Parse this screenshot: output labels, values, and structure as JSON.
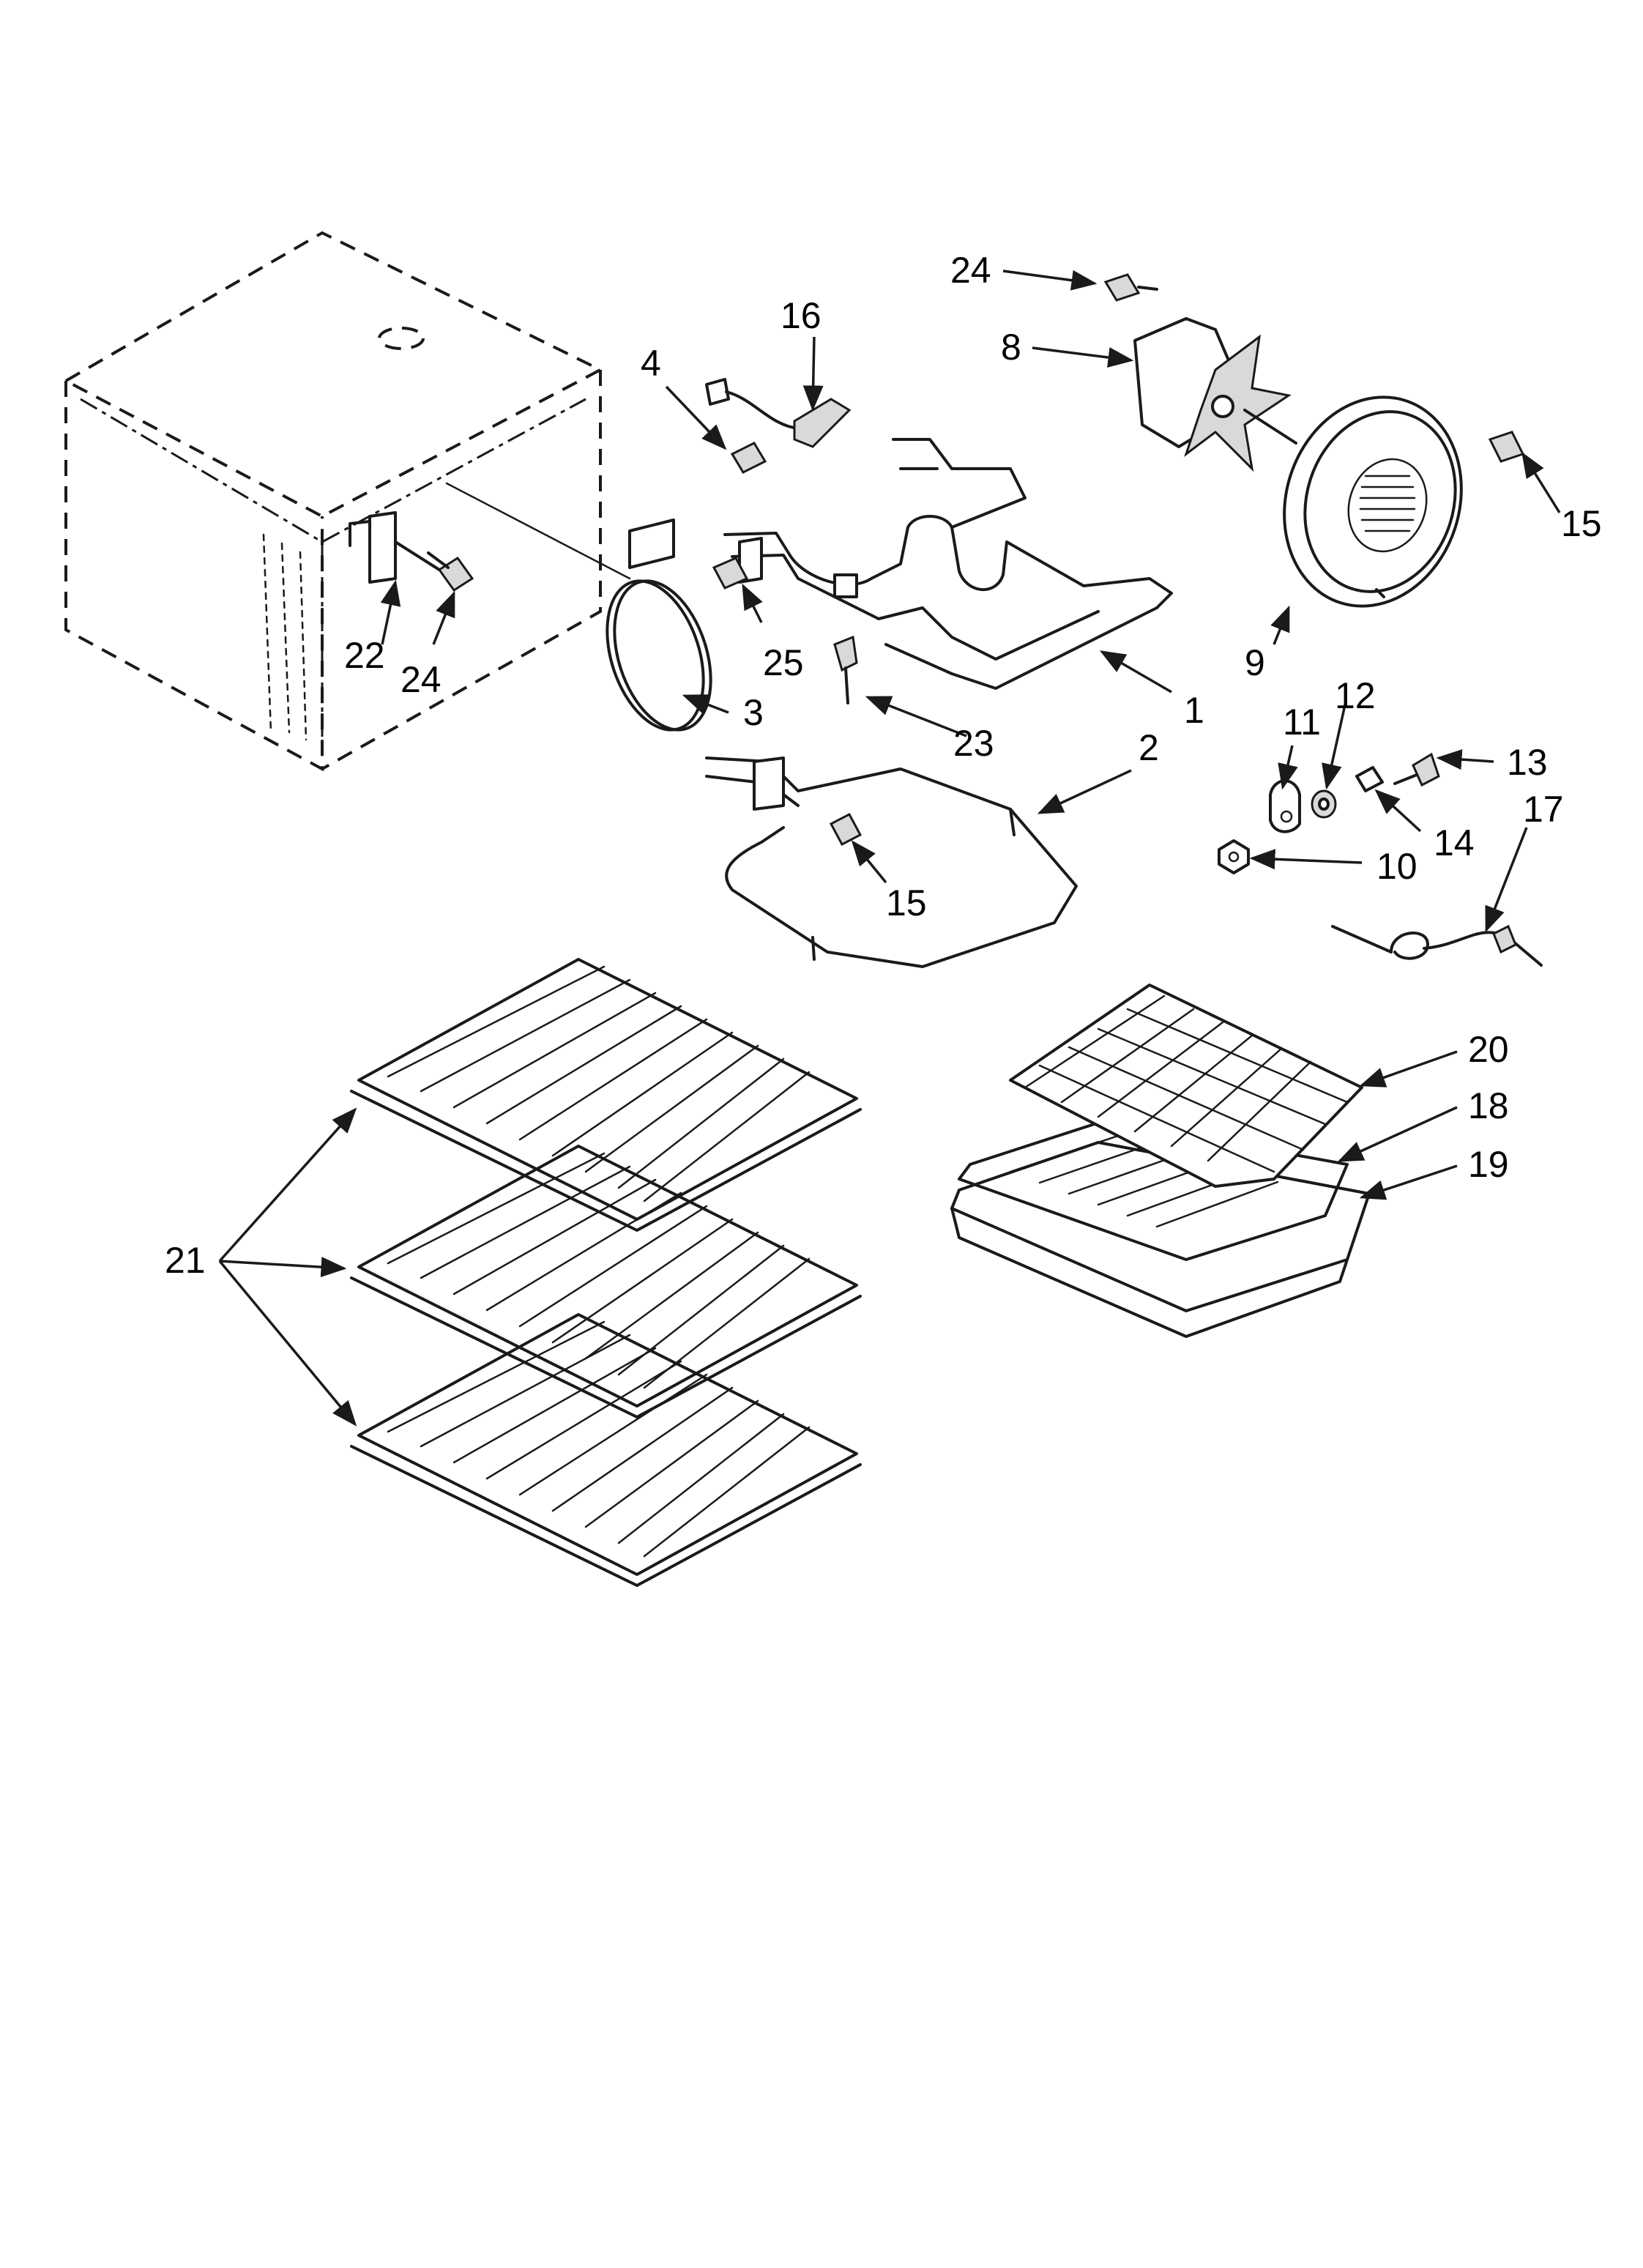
{
  "diagram": {
    "callouts": [
      {
        "id": "c1",
        "text": "1"
      },
      {
        "id": "c2",
        "text": "2"
      },
      {
        "id": "c3",
        "text": "3"
      },
      {
        "id": "c4",
        "text": "4"
      },
      {
        "id": "c8",
        "text": "8"
      },
      {
        "id": "c9",
        "text": "9"
      },
      {
        "id": "c10",
        "text": "10"
      },
      {
        "id": "c11",
        "text": "11"
      },
      {
        "id": "c12",
        "text": "12"
      },
      {
        "id": "c13",
        "text": "13"
      },
      {
        "id": "c14",
        "text": "14"
      },
      {
        "id": "c15a",
        "text": "15"
      },
      {
        "id": "c15b",
        "text": "15"
      },
      {
        "id": "c16",
        "text": "16"
      },
      {
        "id": "c17",
        "text": "17"
      },
      {
        "id": "c18",
        "text": "18"
      },
      {
        "id": "c19",
        "text": "19"
      },
      {
        "id": "c20",
        "text": "20"
      },
      {
        "id": "c21",
        "text": "21"
      },
      {
        "id": "c22",
        "text": "22"
      },
      {
        "id": "c23",
        "text": "23"
      },
      {
        "id": "c24a",
        "text": "24"
      },
      {
        "id": "c24b",
        "text": "24"
      },
      {
        "id": "c25",
        "text": "25"
      }
    ]
  }
}
